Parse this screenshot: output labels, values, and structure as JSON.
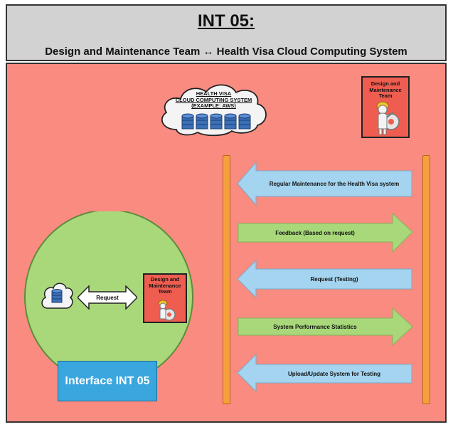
{
  "header": {
    "title": "INT 05:",
    "subtitle": "Design and Maintenance Team  ↔  Health Visa Cloud Computing System"
  },
  "cloud": {
    "line1": "HEALTH VISA",
    "line2": "CLOUD COMPUTING SYSTEM",
    "line3": "(EXAMPLE: AWS)"
  },
  "team": {
    "label_line1": "Design and",
    "label_line2": "Maintenance Team"
  },
  "circle_team": {
    "line1": "Design and",
    "line2": "Maintenance",
    "line3": "Team"
  },
  "request_label": "Request",
  "interface_label": "Interface INT 05",
  "flows": [
    {
      "label": "Regular Maintenance for the Health Visa system",
      "direction": "left",
      "color": "#a4d4ef"
    },
    {
      "label": "Feedback (Based on request)",
      "direction": "right",
      "color": "#a8d87a"
    },
    {
      "label": "Request (Testing)",
      "direction": "left",
      "color": "#a4d4ef"
    },
    {
      "label": "System Performance Statistics",
      "direction": "right",
      "color": "#a8d87a"
    },
    {
      "label": "Upload/Update System for Testing",
      "direction": "left",
      "color": "#a4d4ef"
    }
  ],
  "colors": {
    "background": "#f98b80",
    "header": "#d2d2d2",
    "circle": "#a8d87a",
    "interface_box": "#3aa6de",
    "bar": "#f5a03c",
    "db": "#3b6fb6"
  }
}
